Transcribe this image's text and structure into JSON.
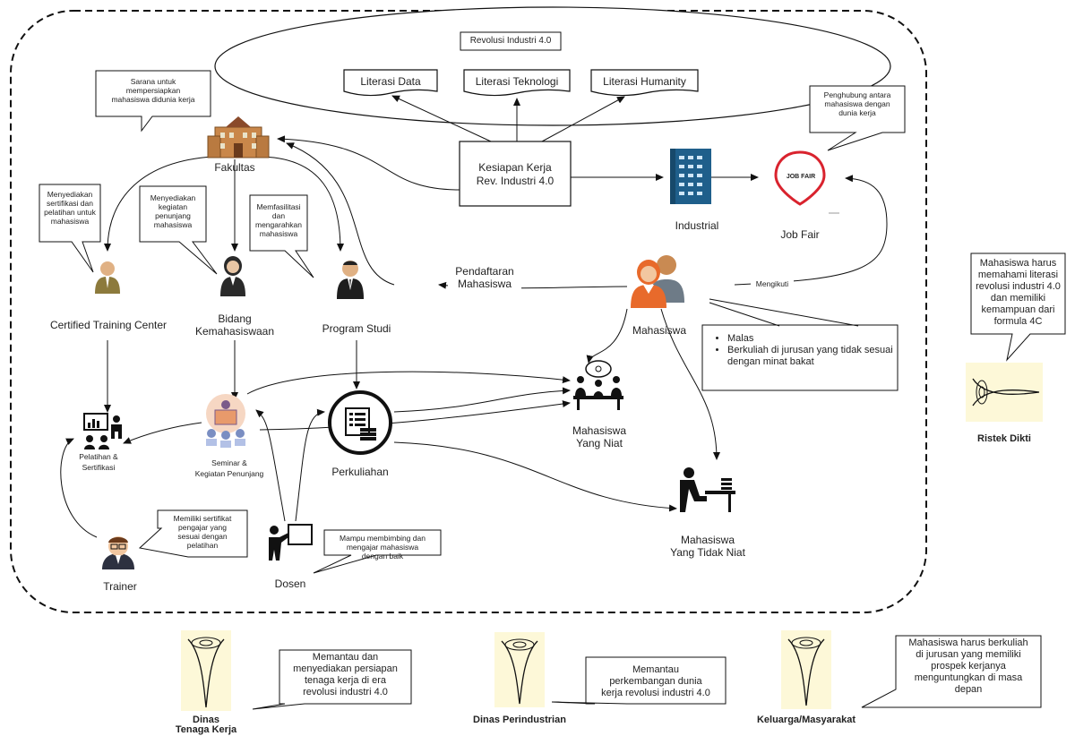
{
  "revolusi": {
    "title": "Revolusi Industri 4.0",
    "items": [
      "Literasi Data",
      "Literasi Teknologi",
      "Literasi Humanity"
    ]
  },
  "center_box": [
    "Kesiapan Kerja",
    "Rev. Industri 4.0"
  ],
  "nodes": {
    "fakultas": "Fakultas",
    "industrial": "Industrial",
    "jobfair": "Job Fair",
    "jobfair_sign": "JOB FAIR",
    "ctc": "Certified Training Center",
    "bidang": [
      "Bidang",
      "Kemahasiswaan"
    ],
    "prodi": "Program Studi",
    "mahasiswa": "Mahasiswa",
    "pelatihan": [
      "Pelatihan &",
      "Sertifikasi"
    ],
    "seminar": [
      "Seminar &",
      "Kegiatan Penunjang"
    ],
    "perkuliahan": "Perkuliahan",
    "niat": [
      "Mahasiswa",
      "Yang Niat"
    ],
    "tidak_niat": [
      "Mahasiswa",
      "Yang Tidak Niat"
    ],
    "trainer": "Trainer",
    "dosen": "Dosen"
  },
  "edge_labels": {
    "pendaftaran": [
      "Pendaftaran",
      "Mahasiswa"
    ],
    "mengikuti": "Mengikuti"
  },
  "callouts": {
    "sarana": [
      "Sarana untuk",
      "mempersiapkan",
      "mahasiswa didunia kerja"
    ],
    "penghubung": [
      "Penghubung antara",
      "mahasiswa dengan",
      "dunia kerja"
    ],
    "ctc": [
      "Menyediakan",
      "sertifikasi dan",
      "pelatihan untuk",
      "mahasiswa"
    ],
    "bidang": [
      "Menyediakan",
      "kegiatan",
      "penunjang",
      "mahasiswa"
    ],
    "prodi": [
      "Memfasilitasi",
      "dan",
      "mengarahkan",
      "mahasiswa"
    ],
    "trainer": [
      "Memiliki sertifikat",
      "pengajar yang",
      "sesuai dengan",
      "pelatihan"
    ],
    "dosen": [
      "Mampu membimbing dan",
      "mengajar mahasiswa",
      "dengan baik"
    ],
    "mahasiswa_bullets": [
      "Malas",
      "Berkuliah di jurusan yang",
      "tidak sesuai dengan minat",
      "bakat"
    ],
    "ristek": [
      "Mahasiswa harus",
      "memahami literasi",
      "revolusi industri 4.0",
      "dan memiliki",
      "kemampuan dari",
      "formula 4C"
    ],
    "naker": [
      "Memantau dan",
      "menyediakan persiapan",
      "tenaga kerja di era",
      "revolusi industri 4.0"
    ],
    "perindustrian": [
      "Memantau",
      "perkembangan dunia",
      "kerja revolusi industri 4.0"
    ],
    "keluarga": [
      "Mahasiswa harus berkuliah",
      "di jurusan yang memiliki",
      "prospek kerjanya",
      "menguntungkan di masa",
      "depan"
    ]
  },
  "stakeholders": {
    "ristek": "Ristek Dikti",
    "naker": [
      "Dinas",
      "Tenaga Kerja"
    ],
    "perindustrian": "Dinas Perindustrian",
    "keluarga": "Keluarga/Masyarakat"
  },
  "colors": {
    "eye_bg": "#fdf8d8",
    "building_blue": "#1f5f8b",
    "jobfair_red": "#d9232e",
    "avatar_orange": "#e86a2b"
  }
}
